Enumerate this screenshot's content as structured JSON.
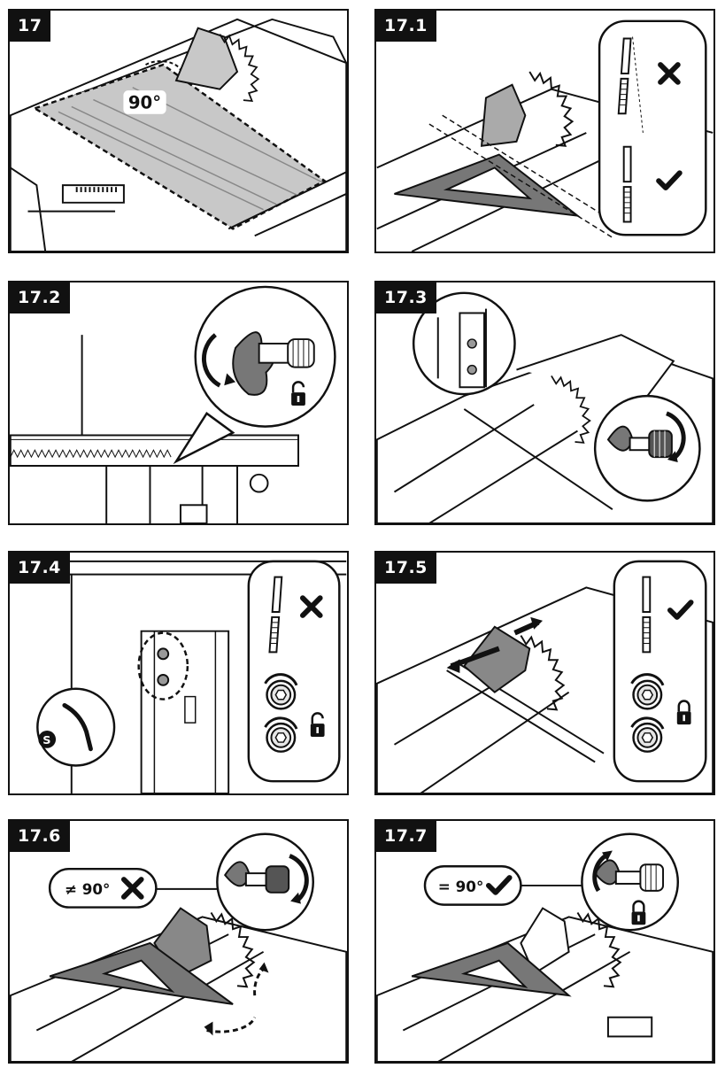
{
  "panels": [
    {
      "id": "17",
      "label": "17",
      "angle_text": "90°"
    },
    {
      "id": "17.1",
      "label": "17.1"
    },
    {
      "id": "17.2",
      "label": "17.2"
    },
    {
      "id": "17.3",
      "label": "17.3"
    },
    {
      "id": "17.4",
      "label": "17.4",
      "tool_letter": "S"
    },
    {
      "id": "17.5",
      "label": "17.5"
    },
    {
      "id": "17.6",
      "label": "17.6",
      "callout_text": "≠ 90°"
    },
    {
      "id": "17.7",
      "label": "17.7",
      "callout_text": "= 90°"
    }
  ],
  "icons": {
    "wrong": "cross-mark-icon",
    "correct": "check-mark-icon",
    "unlocked": "unlocked-padlock-icon",
    "locked": "locked-padlock-icon"
  }
}
